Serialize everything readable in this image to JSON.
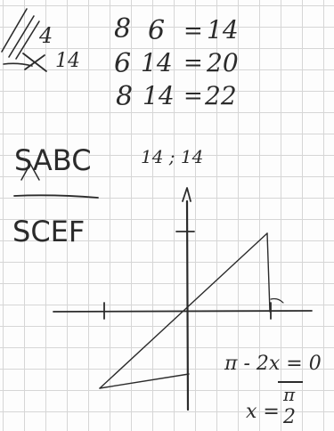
{
  "notes": {
    "top_left_scribble": "4",
    "struck_label": "14",
    "sums": [
      {
        "a": "8",
        "b": "6",
        "eq": "=",
        "result": "14"
      },
      {
        "a": "6",
        "b": "14",
        "eq": "=",
        "result": "20"
      },
      {
        "a": "8",
        "b": "14",
        "eq": "=",
        "result": "22"
      }
    ],
    "fraction": {
      "numerator": "SABC",
      "denominator": "SCEF"
    },
    "point_label": "14 ; 14",
    "equation": "π - 2x = 0",
    "solution_lhs": "x =",
    "solution_num": "π",
    "solution_den": "2"
  },
  "colors": {
    "ink": "#2b2b2b",
    "grid": "#d6d6d6",
    "paper": "#fdfdfd"
  }
}
